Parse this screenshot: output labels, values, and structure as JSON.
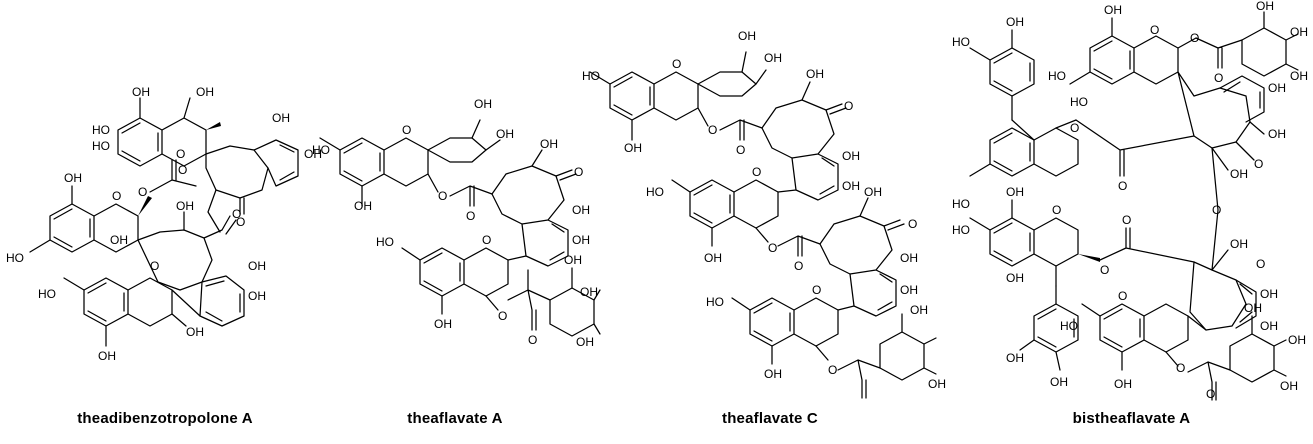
{
  "molecules": [
    {
      "name": "theadibenzotropolone A",
      "labels": {
        "oh_a": "OH",
        "oh_b": "OH",
        "ho_a": "HO",
        "oh_c": "OH",
        "oh_d": "OH",
        "o_a": "O",
        "o_b": "O",
        "o_c": "O",
        "o_d": "O",
        "oh_e": "OH",
        "ho_b": "HO",
        "oh_f": "OH",
        "o_e": "O",
        "oh_g": "OH",
        "oh_h": "OH",
        "ho_c": "HO",
        "o_f": "O",
        "oh_i": "OH",
        "oh_j": "OH",
        "o_g": "O",
        "ho_d": "HO",
        "oh_k": "OH"
      }
    },
    {
      "name": "theaflavate A",
      "labels": {
        "oh_a": "OH",
        "oh_b": "OH",
        "ho_a": "HO",
        "o_a": "O",
        "oh_c": "OH",
        "o_b": "O",
        "o_c": "O",
        "o_d": "O",
        "oh_d": "OH",
        "oh_e": "OH",
        "ho_b": "HO",
        "o_e": "O",
        "oh_f": "OH",
        "oh_g": "OH",
        "o_f": "O",
        "o_g": "O",
        "oh_h": "OH",
        "oh_i": "OH",
        "oh_j": "OH"
      }
    },
    {
      "name": "theaflavate C",
      "labels": {
        "oh_a": "OH",
        "oh_b": "OH",
        "ho_a": "HO",
        "o_a": "O",
        "oh_c": "OH",
        "o_b": "O",
        "o_c": "O",
        "oh_d": "OH",
        "o_d": "O",
        "oh_e": "OH",
        "ho_b": "HO",
        "o_e": "O",
        "oh_f": "OH",
        "oh_g": "OH",
        "o_f": "O",
        "o_g": "O",
        "oh_h": "OH",
        "oh_i": "OH",
        "ho_c": "HO",
        "o_h": "O",
        "oh_j": "OH",
        "o_i": "O",
        "o_j": "O",
        "oh_k": "OH",
        "oh_l": "OH",
        "oh_m": "OH"
      }
    },
    {
      "name": "bistheaflavate A",
      "labels": {
        "oh_a": "OH",
        "oh_b": "OH",
        "ho_a": "HO",
        "o_a": "O",
        "o_b": "O",
        "oh_c": "OH",
        "oh_d": "OH",
        "oh_e": "OH",
        "ho_b": "HO",
        "ho_c": "HO",
        "oh_f": "OH",
        "oh_g": "OH",
        "o_c": "O",
        "o_d": "O",
        "o_e": "O",
        "o_f": "O",
        "ho_d": "HO",
        "oh_h": "OH",
        "oh_i": "OH",
        "o_g": "O",
        "ho_e": "HO",
        "oh_j": "OH",
        "o_h": "O",
        "o_i": "O",
        "o_j": "O",
        "oh_k": "OH",
        "o_k": "O",
        "oh_l": "OH",
        "o_l": "O",
        "oh_m": "OH",
        "ho_f": "HO",
        "oh_n": "OH",
        "oh_o": "OH",
        "o_m": "O",
        "oh_p": "OH",
        "oh_q": "OH",
        "oh_r": "OH",
        "oh_s": "OH",
        "o_n": "O"
      }
    }
  ]
}
